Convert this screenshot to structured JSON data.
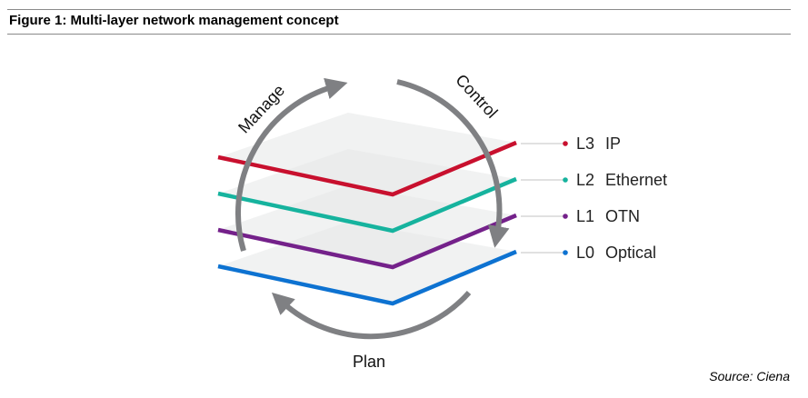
{
  "header": {
    "title": "Figure 1: Multi-layer network management concept"
  },
  "figure": {
    "cycle": {
      "manage": "Manage",
      "control": "Control",
      "plan": "Plan",
      "arrow_color": "#7f8083"
    },
    "layers": [
      {
        "id": "L3",
        "name": "IP",
        "color": "#c8102e"
      },
      {
        "id": "L2",
        "name": "Ethernet",
        "color": "#16b39e"
      },
      {
        "id": "L1",
        "name": "OTN",
        "color": "#74218a"
      },
      {
        "id": "L0",
        "name": "Optical",
        "color": "#0d72d1"
      }
    ]
  },
  "footer": {
    "source": "Source: Ciena"
  }
}
